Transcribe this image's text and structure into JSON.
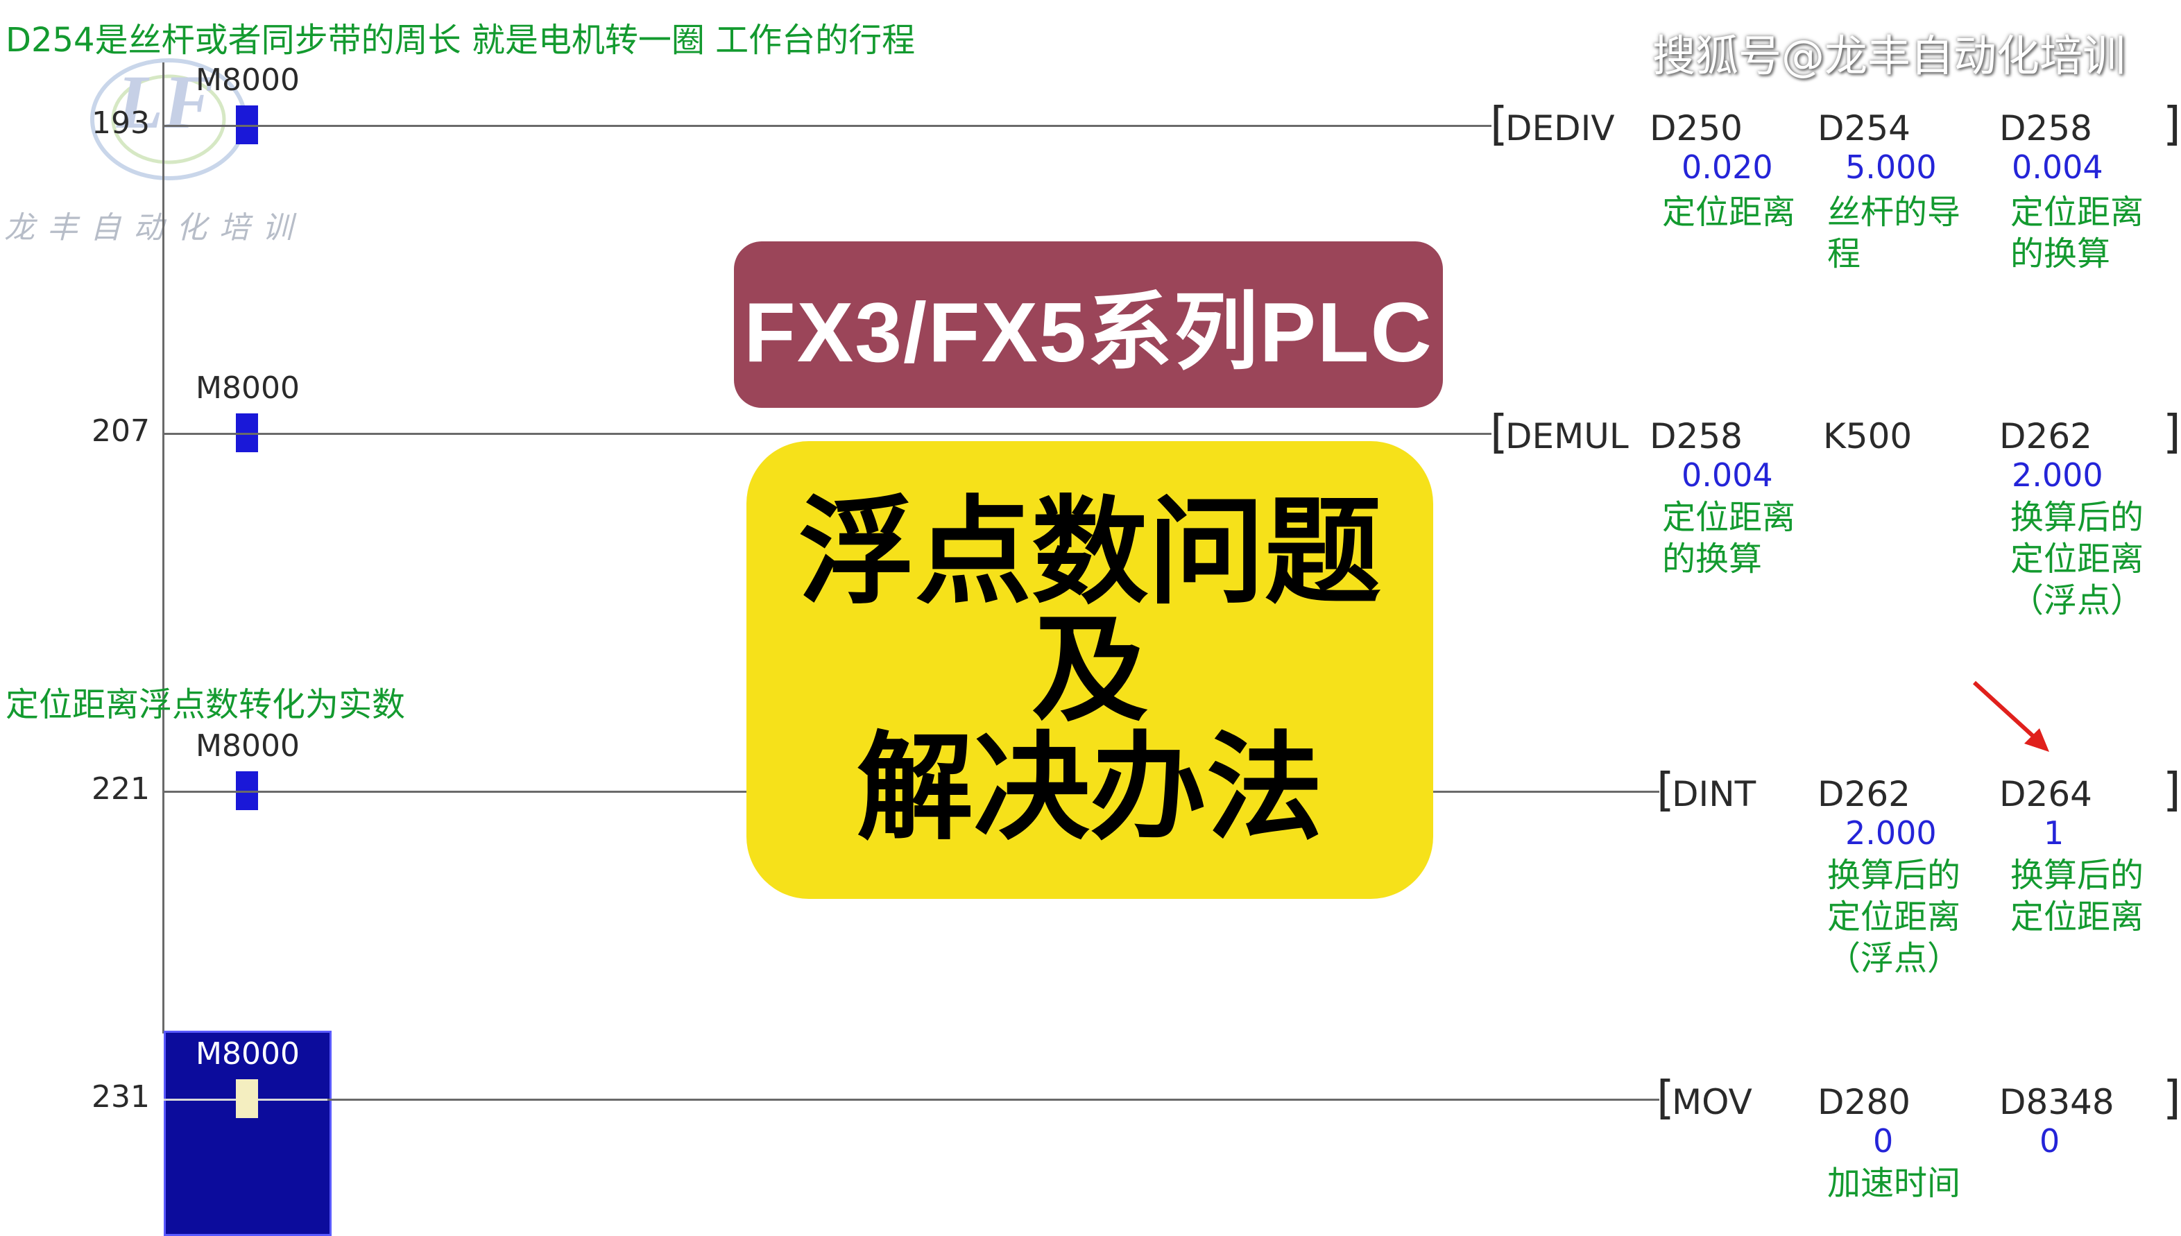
{
  "watermark": "搜狐号@龙丰自动化培训",
  "logo": {
    "mark": "LF",
    "text": "龙丰自动化培训"
  },
  "header_comment": "D254是丝杆或者同步带的周长  就是电机转一圈 工作台的行程",
  "mid_comment": "定位距离浮点数转化为实数",
  "title": "FX3/FX5系列PLC",
  "subtitle": {
    "line1": "浮点数问题",
    "line2": "及",
    "line3": "解决办法"
  },
  "rungs": [
    {
      "step": "193",
      "contact": "M8000",
      "instr": "DEDIV",
      "ops": [
        {
          "name": "D250",
          "value": "0.020",
          "comment": "定位距离"
        },
        {
          "name": "D254",
          "value": "5.000",
          "comment": "丝杆的导\n程"
        },
        {
          "name": "D258",
          "value": "0.004",
          "comment": "定位距离\n的换算"
        }
      ]
    },
    {
      "step": "207",
      "contact": "M8000",
      "instr": "DEMUL",
      "ops": [
        {
          "name": "D258",
          "value": "0.004",
          "comment": "定位距离\n的换算"
        },
        {
          "name": "K500",
          "value": "",
          "comment": ""
        },
        {
          "name": "D262",
          "value": "2.000",
          "comment": "换算后的\n定位距离\n（浮点）"
        }
      ]
    },
    {
      "step": "221",
      "contact": "M8000",
      "instr": "DINT",
      "ops": [
        {
          "name": "D262",
          "value": "2.000",
          "comment": "换算后的\n定位距离\n（浮点）"
        },
        {
          "name": "D264",
          "value": "1",
          "comment": "换算后的\n定位距离"
        }
      ]
    },
    {
      "step": "231",
      "contact": "M8000",
      "instr": "MOV",
      "ops": [
        {
          "name": "D280",
          "value": "0",
          "comment": "加速时间"
        },
        {
          "name": "D8348",
          "value": "0",
          "comment": ""
        }
      ]
    }
  ],
  "colors": {
    "comment": "#139a2f",
    "value": "#2424d8",
    "contact": "#1a18d8",
    "title_bg": "#9b4559",
    "subtitle_bg": "#f6e11a",
    "cursor": "#0c0c9c"
  }
}
